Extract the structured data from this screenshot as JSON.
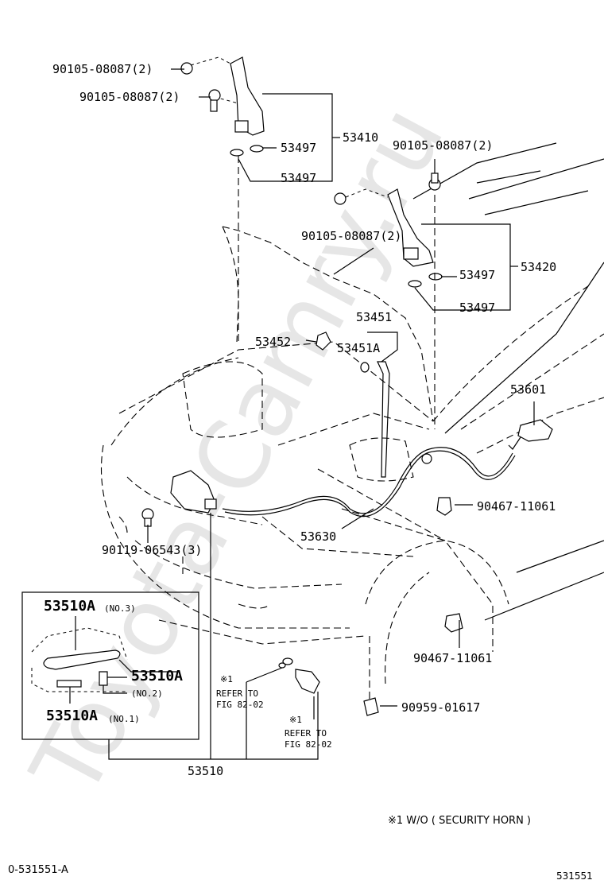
{
  "labels": {
    "bolt_top_1": "90105-08087(2)",
    "bolt_top_2": "90105-08087(2)",
    "bolt_right_1": "90105-08087(2)",
    "bolt_right_2": "90105-08087(2)",
    "hinge_left": "53410",
    "hinge_right": "53420",
    "washer_l1": "53497",
    "washer_l2": "53497",
    "washer_r1": "53497",
    "washer_r2": "53497",
    "support_rod": "53451",
    "support_rod_a": "53451A",
    "rod_holder": "53452",
    "lever": "53601",
    "clip_upper": "90467-11061",
    "clip_lower": "90467-11061",
    "cable": "53630",
    "lock_bolt": "90119-06543(3)",
    "clamp": "90959-01617",
    "lock_assy": "53510",
    "inset_spring_no3": "53510A",
    "inset_no3": "(NO.3)",
    "inset_spring_a": "53510A",
    "inset_no2": "(NO.2)",
    "inset_spring_no1": "53510A",
    "inset_no1": "(NO.1)",
    "ref1_mark": "※1",
    "ref1_line1": "REFER TO",
    "ref1_line2": "FIG 82-02",
    "ref2_mark": "※1",
    "ref2_line1": "REFER TO",
    "ref2_line2": "FIG 82-02"
  },
  "footnote": "※1 W/O ( SECURITY HORN )",
  "figure_code": "0-531551-A",
  "figure_number": "531551",
  "watermark": "Toyota-Camry.ru"
}
